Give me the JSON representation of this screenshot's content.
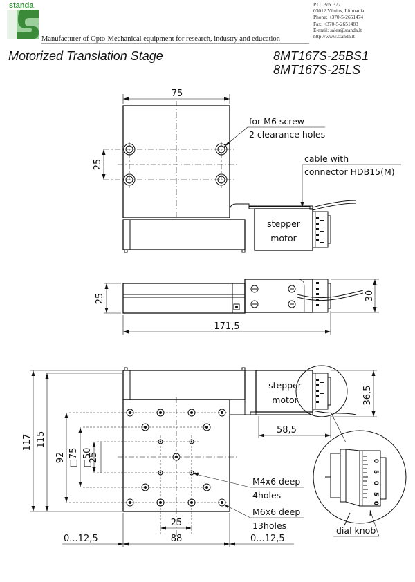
{
  "header": {
    "logo_text": "standa",
    "tagline": "Manufacturer of Opto-Mechanical equipment for research, industry and education",
    "contact": [
      "P.O. Box 377",
      "03012 Vilnius, Lithuania",
      "Phone: +370-5-2651474",
      "Fax: +370-5-2651483",
      "E-mail: sales@standa.lt",
      "http://www.standa.lt"
    ]
  },
  "title": "Motorized Translation Stage",
  "models": [
    "8MT167S-25BS1",
    "8MT167S-25LS"
  ],
  "top_view": {
    "dim_width": "75",
    "dim_hole_spacing": "25",
    "note_screw": [
      "for M6 screw",
      "2 clearance holes"
    ],
    "note_cable": [
      "cable with",
      "connector HDB15(M)"
    ],
    "motor_label": [
      "stepper",
      "motor"
    ]
  },
  "side_view": {
    "dim_height": "25",
    "dim_motor_height": "30",
    "dim_length": "171,5"
  },
  "bottom_view": {
    "dim_117": "117",
    "dim_115": "115",
    "dim_92": "92",
    "dim_75": "□75",
    "dim_50": "□50",
    "dim_25": "25",
    "dim_36_5": "36,5",
    "dim_58_5": "58,5",
    "dim_25_bottom": "25",
    "dim_88": "88",
    "travel_left": "0...12,5",
    "travel_right": "0...12,5",
    "note_m4": [
      "M4x6 deep",
      "4holes"
    ],
    "note_m6": [
      "M6x6 deep",
      "13holes"
    ],
    "motor_label": [
      "stepper",
      "motor"
    ],
    "dial_label": "dial knob",
    "dial_marks": [
      "0",
      "5",
      "0",
      "5",
      "0"
    ]
  },
  "colors": {
    "brand_green": "#3a8a3a",
    "line": "#111111"
  }
}
